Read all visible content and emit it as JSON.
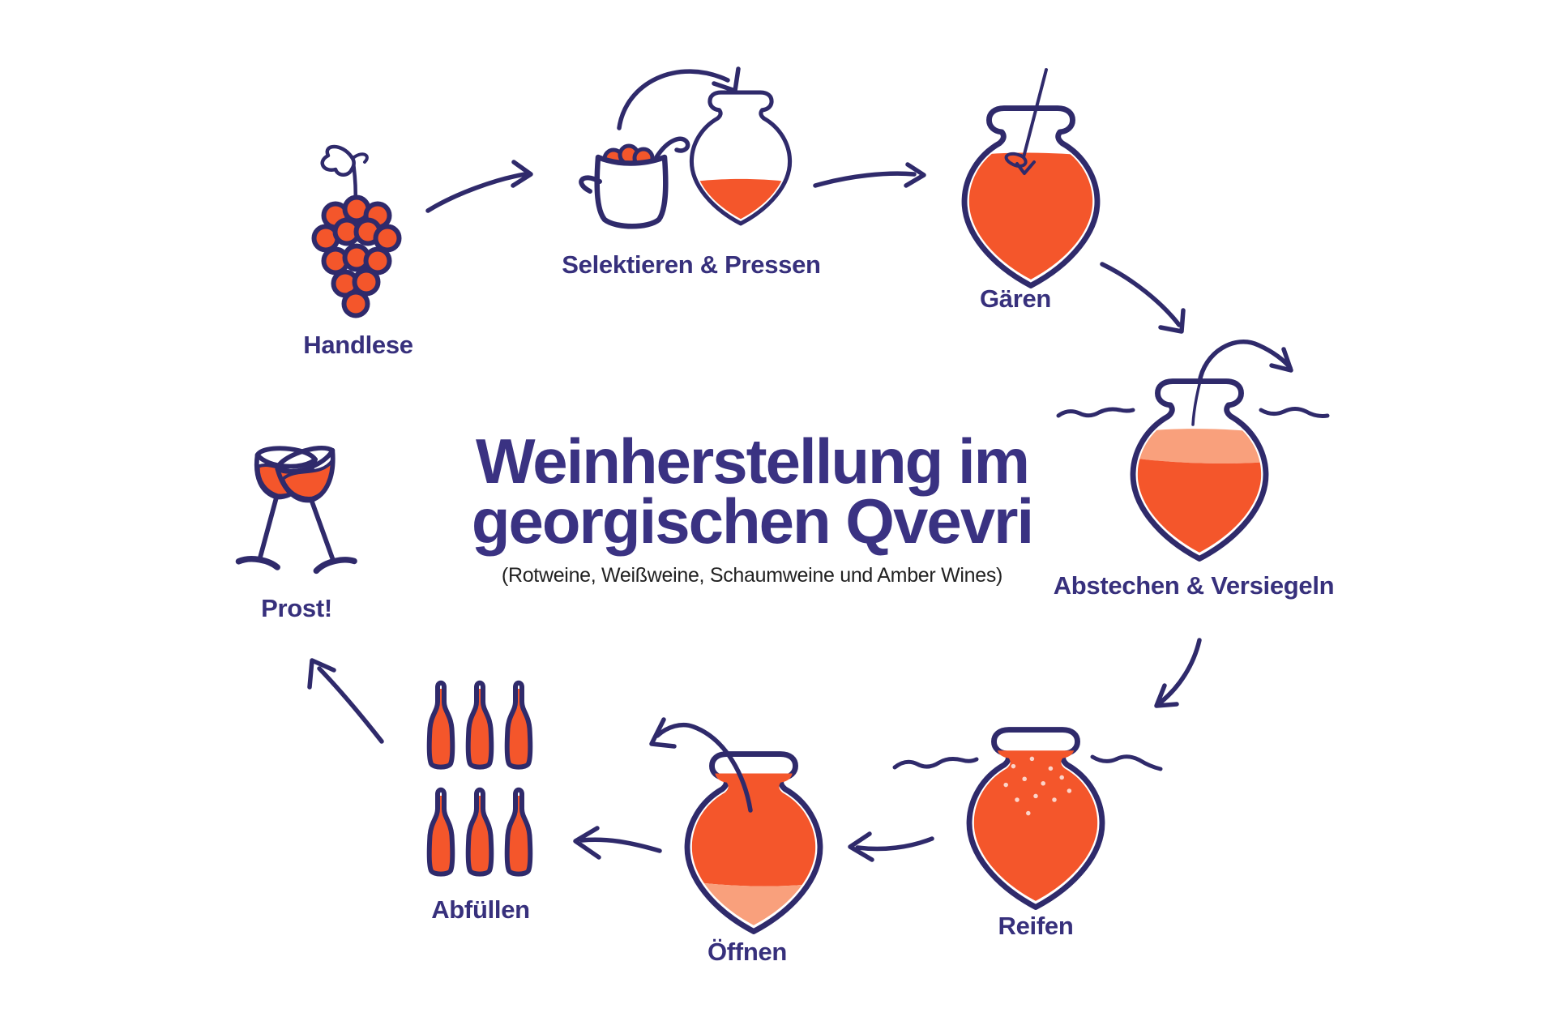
{
  "title": {
    "line1": "Weinherstellung im",
    "line2": "georgischen Qvevri",
    "subtitle": "(Rotweine, Weißweine, Schaumweine und Amber Wines)"
  },
  "steps": [
    {
      "id": "handlese",
      "label": "Handlese",
      "icon": "grape-bunch-icon"
    },
    {
      "id": "selektieren-pressen",
      "label": "Selektieren & Pressen",
      "icon": "harvest-pot-and-qvevri-icon"
    },
    {
      "id": "gaeren",
      "label": "Gären",
      "icon": "qvevri-fermenting-icon"
    },
    {
      "id": "abstechen-versiegeln",
      "label": "Abstechen & Versiegeln",
      "icon": "buried-qvevri-sealed-icon"
    },
    {
      "id": "reifen",
      "label": "Reifen",
      "icon": "buried-qvevri-maturing-icon"
    },
    {
      "id": "oeffnen",
      "label": "Öffnen",
      "icon": "opened-qvevri-icon"
    },
    {
      "id": "abfuellen",
      "label": "Abfüllen",
      "icon": "wine-bottles-icon"
    },
    {
      "id": "prost",
      "label": "Prost!",
      "icon": "clinking-glasses-icon"
    }
  ],
  "colors": {
    "ink_navy": "#2f2a6b",
    "text_navy": "#37307c",
    "title_navy": "#3a3282",
    "accent_orange": "#f4562b",
    "accent_orange_light": "#f9a07c",
    "subtitle_text": "#222222",
    "background": "#ffffff"
  }
}
